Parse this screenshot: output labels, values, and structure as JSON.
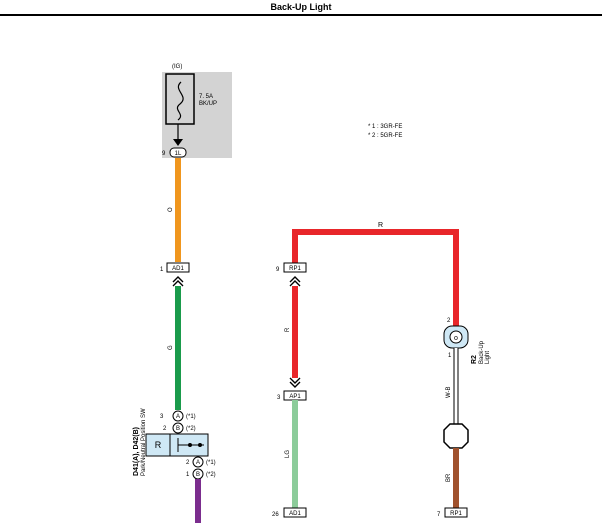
{
  "title": "Back-Up Light",
  "notes": [
    "* 1 : 3GR-FE",
    "* 2 : 5GR-FE"
  ],
  "fuse": {
    "supply": "(IG)",
    "rating": "7. 5A",
    "name": "BK/UP",
    "pin": "9",
    "connector": "1L"
  },
  "wires": {
    "w1": "O",
    "w2": "G",
    "w3": "R",
    "w4": "R",
    "w5": "LG",
    "w6": "W-B",
    "w7": "BR"
  },
  "connectors": {
    "c1": {
      "pin": "1",
      "label": "AD1"
    },
    "c2": {
      "pin": "9",
      "label": "RP1"
    },
    "c3": {
      "pin": "3",
      "label": "AP1"
    },
    "c4": {
      "pin": "26",
      "label": "AD1"
    },
    "c5": {
      "pin": "7",
      "label": "RP1"
    }
  },
  "switch": {
    "ref": "D41(A), D42(B)",
    "name": "Park/Neutral Position SW",
    "contact": "R",
    "top_pins": [
      {
        "pin": "3",
        "letter": "A",
        "note": "(*1)"
      },
      {
        "pin": "2",
        "letter": "B",
        "note": "(*2)"
      }
    ],
    "bottom_pins": [
      {
        "pin": "2",
        "letter": "A",
        "note": "(*1)"
      },
      {
        "pin": "1",
        "letter": "B",
        "note": "(*2)"
      }
    ]
  },
  "lamp": {
    "ref": "R2",
    "name": "Back-Up",
    "name2": "Light",
    "pin_top": "2",
    "pin_bottom": "1"
  },
  "colors": {
    "orange": "#f0961e",
    "green": "#1a9b4b",
    "red": "#e8262a",
    "lightgreen": "#8ccc9a",
    "brown": "#a0522d",
    "purple": "#7b2d8e",
    "fusebox": "#d3d3d3",
    "lightblue": "#cfe8f5"
  }
}
